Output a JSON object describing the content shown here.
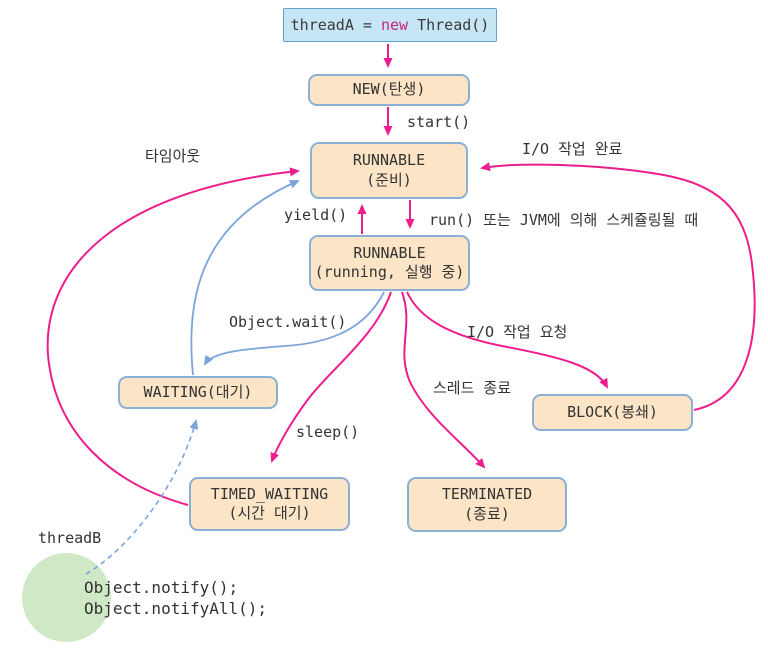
{
  "colors": {
    "arrow_magenta": "#ee1d8e",
    "arrow_blue": "#7aa4da",
    "state_fill": "#fce5c6",
    "state_border": "#8ab0d3",
    "code_fill": "#c6e6f6",
    "code_border": "#64a0c8",
    "keyword": "#c8237d",
    "circle_fill": "#cfe9c6",
    "text": "#333333"
  },
  "nodes": {
    "threada": {
      "pre": "threadA = ",
      "keyword": "new",
      "post": " Thread()"
    },
    "new_state": {
      "line1": "NEW(탄생)"
    },
    "runnable_ready": {
      "line1": "RUNNABLE",
      "line2": "(준비)"
    },
    "runnable_running": {
      "line1": "RUNNABLE",
      "line2": "(running, 실행 중)"
    },
    "waiting": {
      "line1": "WAITING(대기)"
    },
    "timed_waiting": {
      "line1": "TIMED_WAITING",
      "line2": "(시간 대기)"
    },
    "terminated": {
      "line1": "TERMINATED",
      "line2": "(종료)"
    },
    "block": {
      "line1": "BLOCK(봉쇄)"
    }
  },
  "edge_labels": {
    "start": "start()",
    "yield": "yield()",
    "run": "run() 또는 JVM에 의해 스케쥴링될 때",
    "io_complete": "I/O 작업 완료",
    "timeout": "타임아웃",
    "object_wait": "Object.wait()",
    "io_request": "I/O 작업 요청",
    "thread_end": "스레드 종료",
    "sleep": "sleep()",
    "threadb": "threadB",
    "notify": "Object.notify();",
    "notify_all": "Object.notifyAll();"
  }
}
